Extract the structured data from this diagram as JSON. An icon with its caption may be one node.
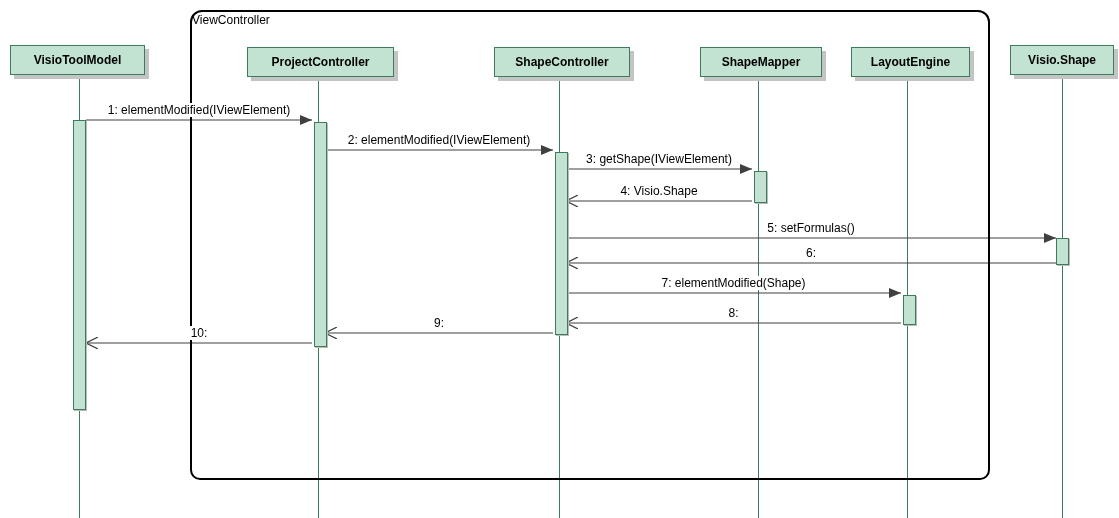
{
  "diagram": {
    "nodes": [
      {
        "text": [
          "ViewController"
        ]
      },
      {
        "text": [
          "VisioToolModel"
        ]
      },
      {
        "text": [
          "ProjectController"
        ],
        "in": 0
      },
      {
        "text": [
          "ShapeController"
        ],
        "in": 0
      },
      {
        "text": [
          "ShapeMapper"
        ],
        "in": 0
      },
      {
        "text": [
          "LayoutEngine"
        ],
        "in": 0
      },
      {
        "text": [
          "Visio.Shape"
        ]
      },
      {
        "text": [],
        "shape": "bar"
      },
      {
        "text": [],
        "shape": "bar",
        "in": 0
      },
      {
        "text": [],
        "shape": "bar",
        "in": 0
      },
      {
        "text": [],
        "shape": "bar",
        "in": 0
      },
      {
        "text": [],
        "shape": "bar",
        "in": 0
      },
      {
        "text": [],
        "shape": "bar"
      }
    ],
    "edges": [
      {
        "from": 7,
        "to": 8,
        "arrow": "to",
        "label": "1: elementModified(IViewElement)"
      },
      {
        "from": 8,
        "to": 9,
        "arrow": "to",
        "label": "2: elementModified(IViewElement)"
      },
      {
        "from": 9,
        "to": 10,
        "arrow": "to",
        "label": "3: getShape(IViewElement)"
      },
      {
        "from": 10,
        "to": 9,
        "arrow": "to",
        "label": "4: Visio.Shape"
      },
      {
        "from": 9,
        "to": 12,
        "arrow": "to",
        "label": "5: setFormulas()"
      },
      {
        "from": 12,
        "to": 9,
        "arrow": "to",
        "label": "6:"
      },
      {
        "from": 9,
        "to": 11,
        "arrow": "to",
        "label": "7: elementModified(Shape)"
      },
      {
        "from": 11,
        "to": 9,
        "arrow": "to",
        "label": "8:"
      },
      {
        "from": 9,
        "to": 8,
        "arrow": "to",
        "label": "9:"
      },
      {
        "from": 8,
        "to": 7,
        "arrow": "to",
        "label": "10:"
      }
    ]
  }
}
